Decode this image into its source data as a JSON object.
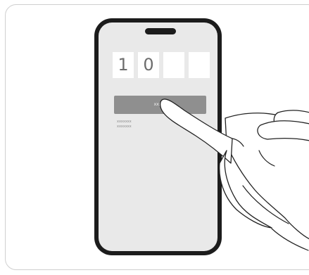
{
  "code": {
    "digits": [
      "1",
      "0",
      "",
      ""
    ]
  },
  "action": {
    "label": "xxxxx"
  },
  "notes": [
    "xxxxxxx",
    "xxxxxxx"
  ],
  "icons": {
    "hand": "pointing-hand-icon"
  },
  "colors": {
    "phone_frame": "#1c1c1c",
    "screen": "#e9e9e9",
    "action_bar": "#8f8f8f",
    "digit_box": "#ffffff",
    "digit_text": "#6d6d6d",
    "hand_fill": "#ffffff",
    "hand_stroke": "#222222"
  }
}
